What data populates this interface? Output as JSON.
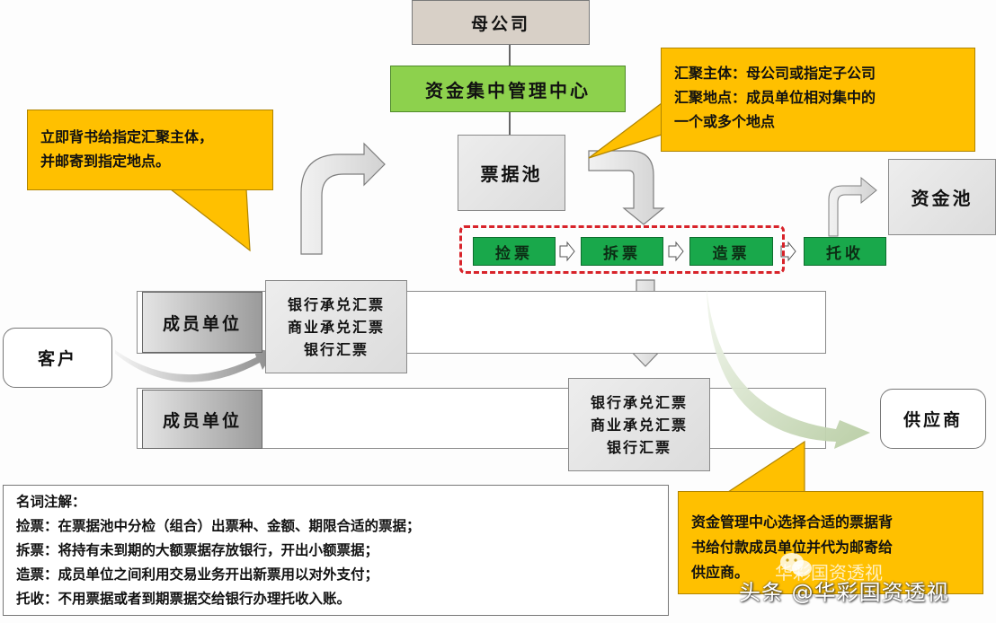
{
  "nodes": {
    "parent_company": "母公司",
    "fund_center": "资金集中管理中心",
    "bill_pool": "票据池",
    "fund_pool": "资金池",
    "customer": "客户",
    "supplier": "供应商",
    "member_unit_1": "成员单位",
    "member_unit_2": "成员单位"
  },
  "steps": [
    {
      "label": "捡票"
    },
    {
      "label": "拆票"
    },
    {
      "label": "造票"
    },
    {
      "label": "托收"
    }
  ],
  "bill_types_1": [
    "银行承兑汇票",
    "商业承兑汇票",
    "银行汇票"
  ],
  "bill_types_2": [
    "银行承兑汇票",
    "商业承兑汇票",
    "银行汇票"
  ],
  "callouts": {
    "left": [
      "立即背书给指定汇聚主体，",
      "并邮寄到指定地点。"
    ],
    "right": [
      "汇聚主体：母公司或指定子公司",
      "汇聚地点：成员单位相对集中的",
      "一个或多个地点"
    ],
    "bottom": [
      "资金管理中心选择合适的票据背",
      "书给付款成员单位并代为邮寄给",
      "供应商。"
    ]
  },
  "glossary": {
    "title": "名词注解：",
    "items": [
      "捡票：在票据池中分检（组合）出票种、金额、期限合适的票据；",
      "拆票：将持有未到期的大额票据存放银行，开出小额票据；",
      "造票：成员单位之间利用交易业务开出新票用以对外支付；",
      "托收：不用票据或者到期票据交给银行办理托收入账。"
    ]
  },
  "watermark": {
    "main": "头条 @华彩国资透视",
    "faint": "华彩国资透视",
    "icon": "wechat-icon"
  },
  "colors": {
    "parent_box": "#d8d0c7",
    "fund_center": "#8dd14d",
    "callout": "#ffc000",
    "step": "#19a84b",
    "dash_frame": "#d8232a",
    "green_arrow": "#c5d6b3"
  }
}
